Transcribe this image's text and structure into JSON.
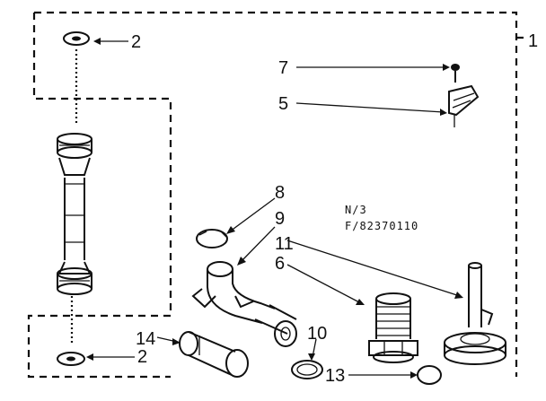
{
  "diagram": {
    "assembly_label": "1",
    "codes": {
      "line1": "N/3",
      "line2": "F/82370110"
    },
    "callouts": {
      "c2_top": "2",
      "c2_bottom": "2",
      "c5": "5",
      "c6": "6",
      "c7": "7",
      "c8": "8",
      "c9": "9",
      "c10": "10",
      "c11": "11",
      "c13": "13",
      "c14": "14"
    }
  }
}
